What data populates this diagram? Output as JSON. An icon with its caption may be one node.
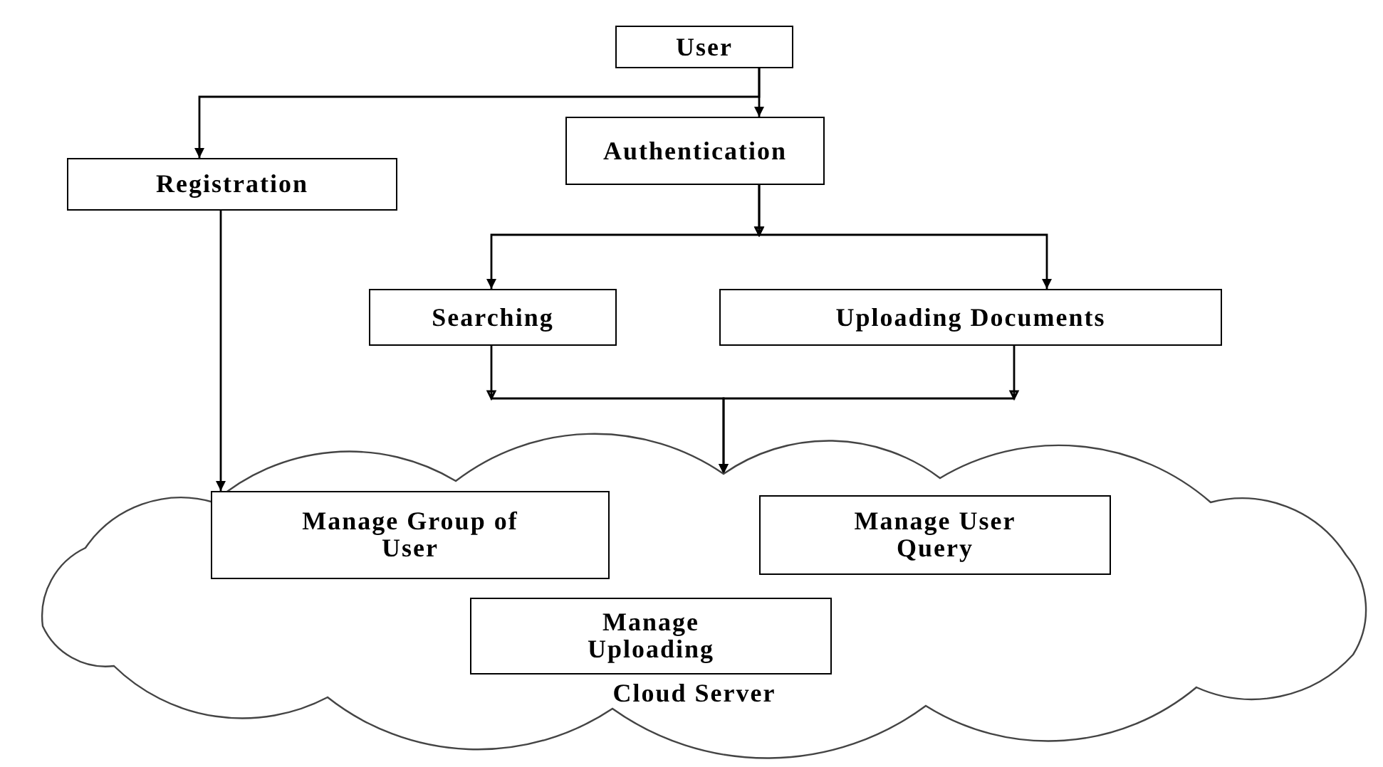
{
  "diagram": {
    "nodes": [
      {
        "text": [
          "User"
        ]
      },
      {
        "text": [
          "Authentication"
        ]
      },
      {
        "text": [
          "Registration"
        ]
      },
      {
        "text": [
          "Searching"
        ]
      },
      {
        "text": [
          "Uploading Documents"
        ]
      },
      {
        "text": [
          "Cloud Server"
        ]
      },
      {
        "text": [
          "Manage Group of User"
        ],
        "in": 5
      },
      {
        "text": [
          "Manage User Query"
        ],
        "in": 5
      },
      {
        "text": [
          "Manage Uploading"
        ],
        "in": 5
      }
    ],
    "edges": [
      {
        "from": 0,
        "to": 1,
        "arrow": "to"
      },
      {
        "from": 0,
        "to": 2,
        "arrow": "to"
      },
      {
        "from": 1,
        "to": 3,
        "arrow": "to"
      },
      {
        "from": 1,
        "to": 4,
        "arrow": "to"
      },
      {
        "from": 3,
        "to": 5,
        "arrow": "to"
      },
      {
        "from": 4,
        "to": 5,
        "arrow": "to"
      },
      {
        "from": 2,
        "to": 6,
        "arrow": "to"
      }
    ]
  }
}
